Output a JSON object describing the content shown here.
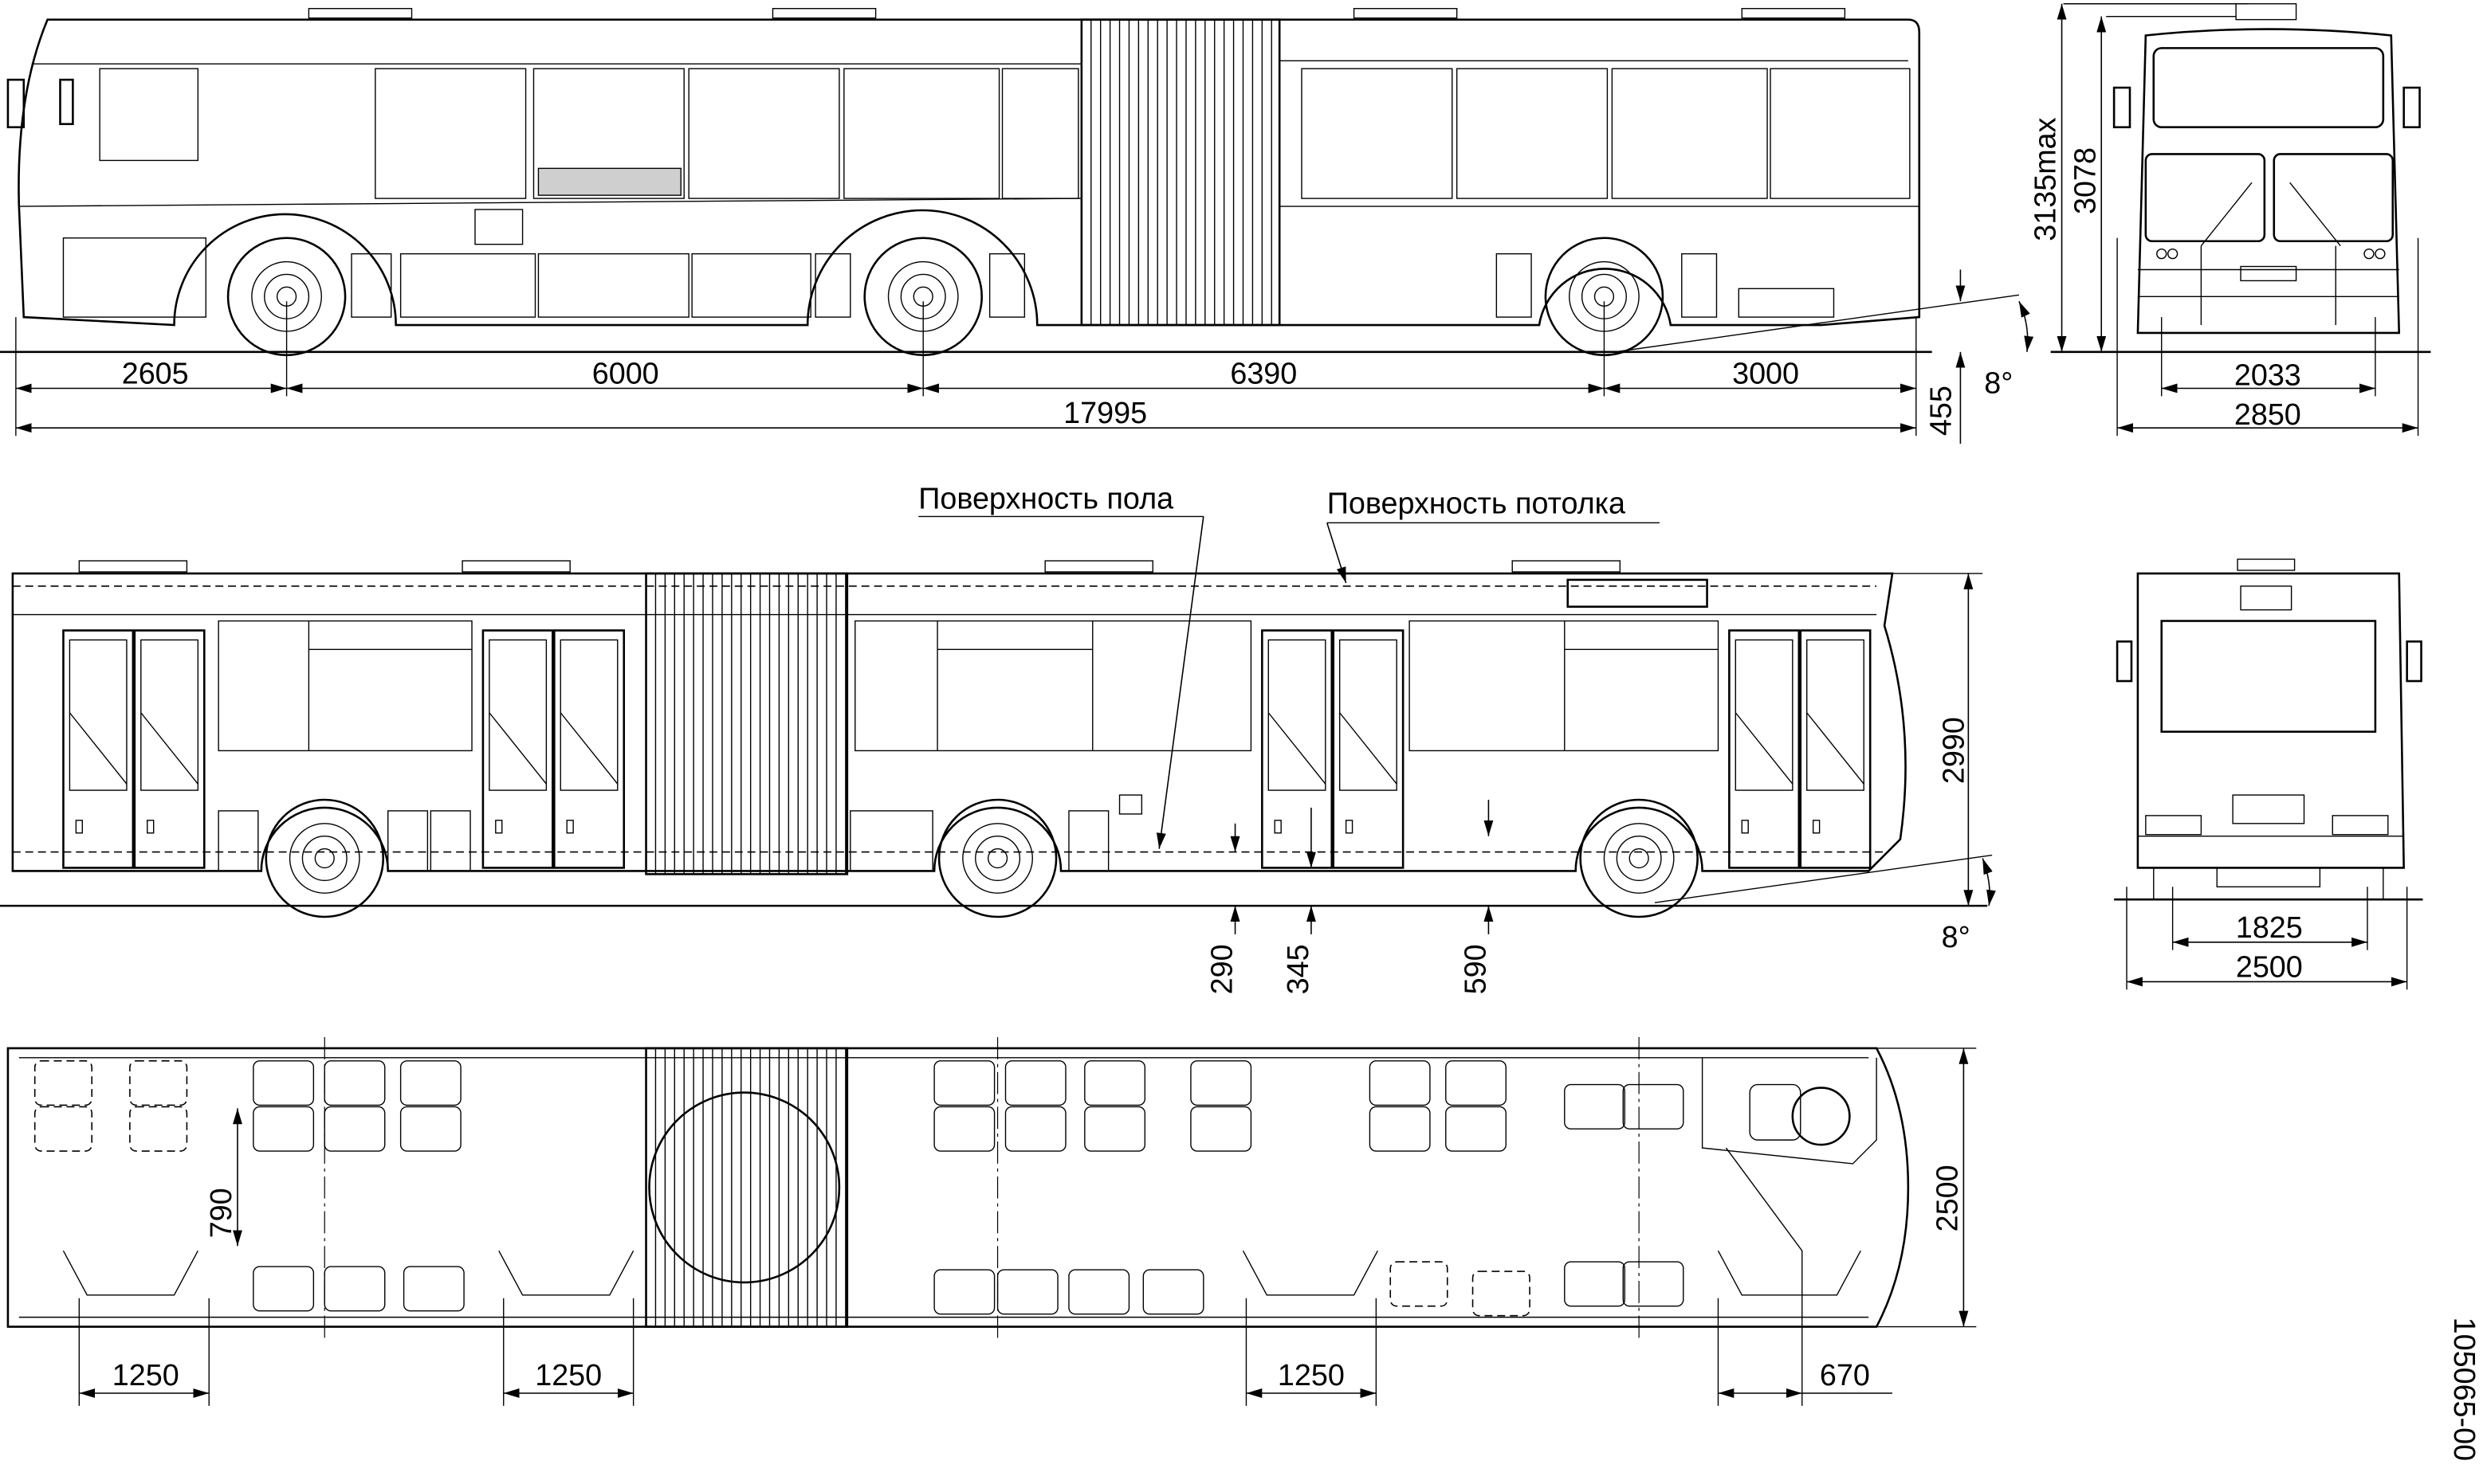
{
  "drawing": {
    "side_view_top": {
      "dims": {
        "front_overhang": "2605",
        "wheelbase_1": "6000",
        "wheelbase_2": "6390",
        "rear_overhang": "3000",
        "overall_length": "17995",
        "ground_clearance": "455",
        "angle": "8°"
      }
    },
    "front_view": {
      "dims": {
        "height_max": "3135max",
        "height": "3078",
        "track": "2033",
        "width_mirrors": "2850"
      }
    },
    "side_view_doors": {
      "labels": {
        "floor_surface": "Поверхность пола",
        "ceiling_surface": "Поверхность потолка"
      },
      "dims": {
        "interior_height": "2990",
        "floor_290": "290",
        "floor_345": "345",
        "floor_590": "590",
        "angle": "8°"
      }
    },
    "rear_view": {
      "dims": {
        "track": "1825",
        "width": "2500"
      }
    },
    "plan_view": {
      "dims": {
        "seat_spacing": "790",
        "width": "2500",
        "door_1": "1250",
        "door_2": "1250",
        "door_3": "1250",
        "driver_offset": "670"
      }
    },
    "drawing_number": "105065-00"
  }
}
